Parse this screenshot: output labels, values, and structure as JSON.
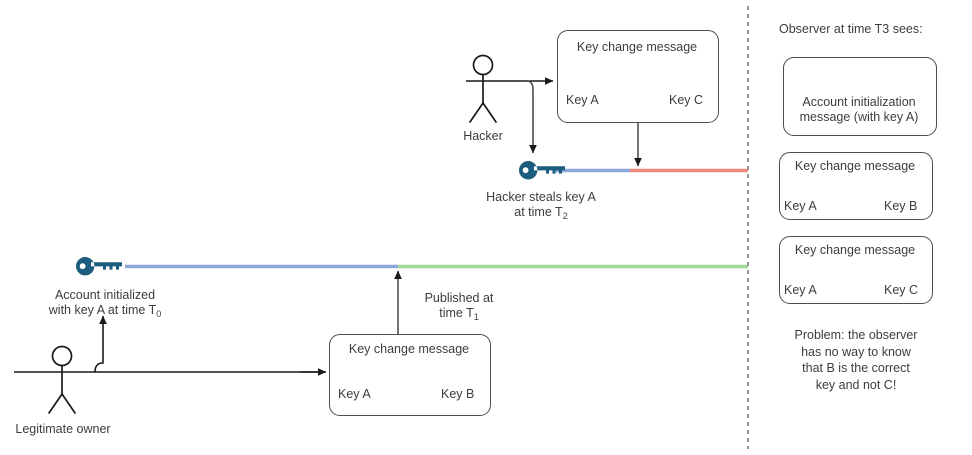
{
  "diagram": {
    "title_hidden": "",
    "colors": {
      "key_dark_blue": "#1c5c7e",
      "key_green": "#0aa80a",
      "key_red": "#f20d0d",
      "timeline_blue": "#8fa8dc",
      "timeline_green": "#a4d79a",
      "timeline_red": "#ef8a81",
      "stroke": "#4d4d4d",
      "text": "#3d3d3d",
      "divider": "#777777"
    },
    "left": {
      "hacker_label": "Hacker",
      "hacker_box": {
        "title": "Key change message",
        "from_key_label": "Key A",
        "to_key_label": "Key C",
        "from_key_icon": "key-icon-blue",
        "to_key_icon": "key-icon-red",
        "arrow_icon": "arrow-right-icon"
      },
      "steal_caption_line1": "Hacker steals key A",
      "steal_caption_line2_prefix": "at time T",
      "steal_caption_line2_sub": "2",
      "steal_key_icon": "key-icon-blue-large",
      "owner_label": "Legitimate owner",
      "init_caption_line1": "Account initialized",
      "init_caption_line2_prefix": "with key A at time T",
      "init_caption_line2_sub": "0",
      "init_key_icon": "key-icon-blue-large",
      "owner_box": {
        "title": "Key change message",
        "from_key_label": "Key A",
        "to_key_label": "Key B",
        "from_key_icon": "key-icon-blue",
        "to_key_icon": "key-icon-green",
        "arrow_icon": "arrow-right-icon"
      },
      "published_line1": "Published at",
      "published_line2_prefix": "time T",
      "published_line2_sub": "1"
    },
    "right": {
      "heading": "Observer at time T3 sees:",
      "cards": [
        {
          "type": "init",
          "key_icon": "key-icon-blue-large",
          "text_line1": "Account initialization",
          "text_line2": "message (with key A)"
        },
        {
          "type": "change",
          "title": "Key change message",
          "from_key_label": "Key A",
          "to_key_label": "Key B",
          "from_key_icon": "key-icon-blue",
          "to_key_icon": "key-icon-green",
          "arrow_icon": "arrow-right-icon"
        },
        {
          "type": "change",
          "title": "Key change message",
          "from_key_label": "Key A",
          "to_key_label": "Key C",
          "from_key_icon": "key-icon-blue",
          "to_key_icon": "key-icon-red",
          "arrow_icon": "arrow-right-icon"
        }
      ],
      "problem_line1": "Problem: the observer",
      "problem_line2": "has no way to know",
      "problem_line3": "that B is the correct",
      "problem_line4": "key and not C!"
    }
  }
}
